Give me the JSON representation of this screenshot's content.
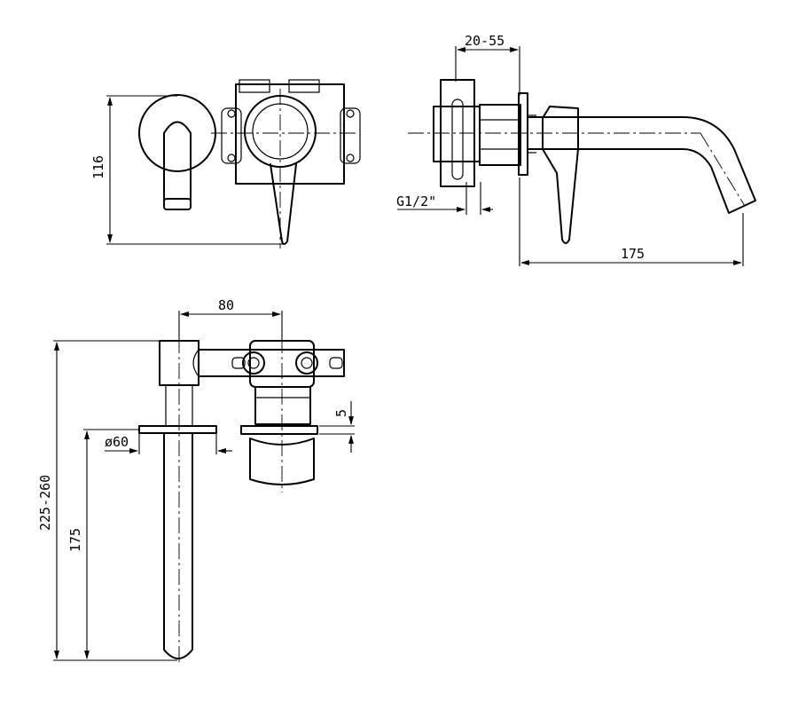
{
  "views": {
    "front": {
      "dim_height": "116"
    },
    "side": {
      "dim_depth_range": "20-55",
      "dim_thread": "G1/2\"",
      "dim_spout": "175"
    },
    "top": {
      "dim_centres": "80",
      "dim_plate_dia": "ø60",
      "dim_plate_thick": "5",
      "dim_overall": "225-260",
      "dim_spout": "175"
    }
  }
}
